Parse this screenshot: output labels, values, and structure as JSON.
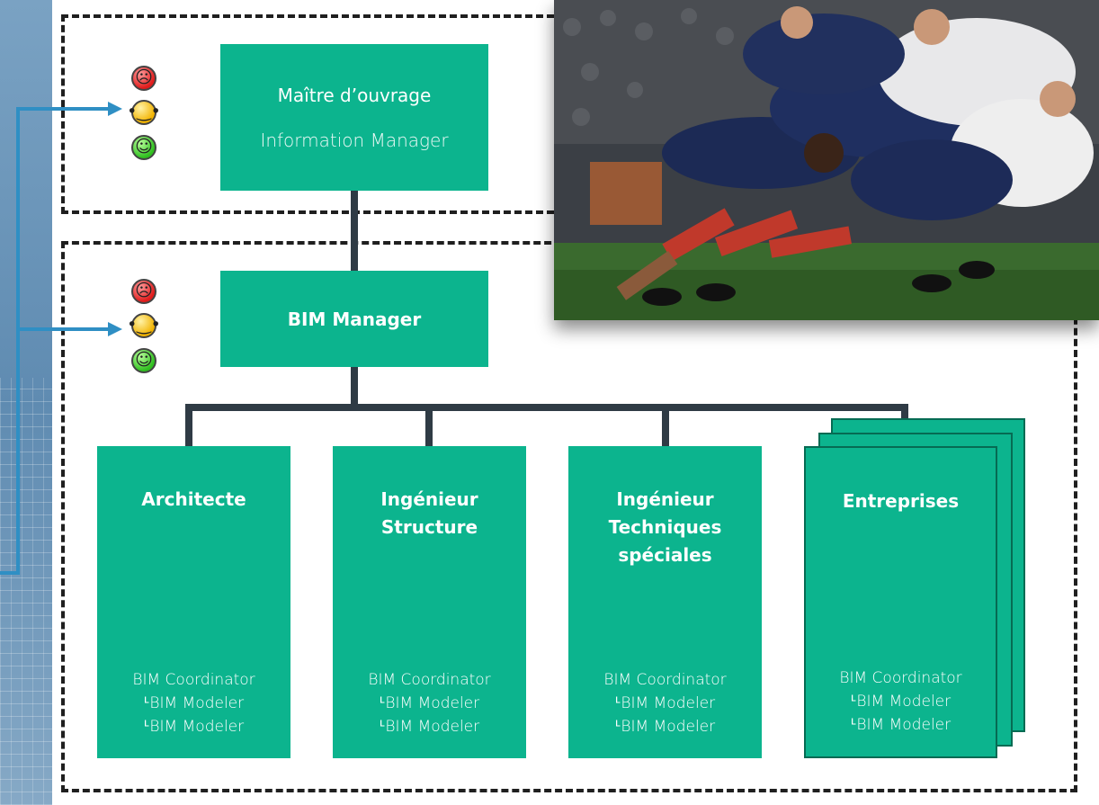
{
  "diagram": {
    "top_box": {
      "title": "Maître d’ouvrage",
      "subtitle": "Information Manager"
    },
    "mid_box": {
      "title": "BIM Manager"
    },
    "roles": [
      {
        "title": "Architecte",
        "lines": [
          "BIM Coordinator",
          "ᒻBIM Modeler",
          "ᒻBIM Modeler"
        ]
      },
      {
        "title": "Ingénieur\nStructure",
        "lines": [
          "BIM Coordinator",
          "ᒻBIM Modeler",
          "ᒻBIM Modeler"
        ]
      },
      {
        "title": "Ingénieur\nTechniques\nspéciales",
        "lines": [
          "BIM Coordinator",
          "ᒻBIM Modeler",
          "ᒻBIM Modeler"
        ]
      },
      {
        "title": "Entreprises",
        "lines": [
          "BIM Coordinator",
          "ᒻBIM Modeler",
          "ᒻBIM Modeler"
        ]
      }
    ],
    "smileys": [
      {
        "mood": "sad",
        "glyph": "☹",
        "color": "#e01c1c"
      },
      {
        "mood": "neutral",
        "glyph": "😐",
        "color": "#f2b300"
      },
      {
        "mood": "happy",
        "glyph": "☺",
        "color": "#2fbf1f"
      }
    ],
    "colors": {
      "box": "#0cb48e",
      "connector": "#2f3b45",
      "arrow": "#2f8fc4",
      "dash": "#1f1f1f"
    }
  },
  "photo": {
    "subject": "rugby-scrum-photo"
  }
}
